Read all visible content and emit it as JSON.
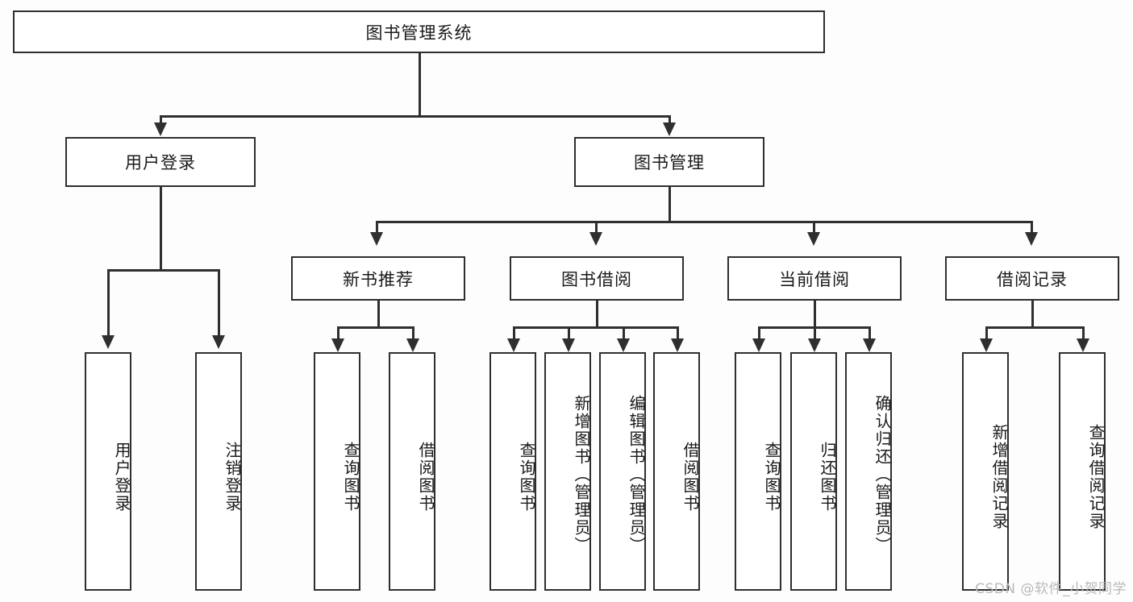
{
  "diagram": {
    "type": "tree",
    "title": "图书管理系统",
    "root": {
      "label": "图书管理系统"
    },
    "level2": [
      {
        "label": "用户登录"
      },
      {
        "label": "图书管理"
      }
    ],
    "level3": [
      {
        "label": "新书推荐"
      },
      {
        "label": "图书借阅"
      },
      {
        "label": "当前借阅"
      },
      {
        "label": "借阅记录"
      }
    ],
    "leaves": {
      "user_login": [
        {
          "label": "用户登录"
        },
        {
          "label": "注销登录"
        }
      ],
      "new_book_recommend": [
        {
          "label": "查询图书"
        },
        {
          "label": "借阅图书"
        }
      ],
      "book_borrow": [
        {
          "label": "查询图书"
        },
        {
          "label": "新增图书（管理员）"
        },
        {
          "label": "编辑图书（管理员）"
        },
        {
          "label": "借阅图书"
        }
      ],
      "current_borrow": [
        {
          "label": "查询图书"
        },
        {
          "label": "归还图书"
        },
        {
          "label": "确认归还（管理员）"
        }
      ],
      "borrow_record": [
        {
          "label": "新增借阅记录"
        },
        {
          "label": "查询借阅记录"
        }
      ]
    }
  },
  "watermark": {
    "text": "CSDN @软件_小贺同学"
  },
  "colors": {
    "border": "#2f2f2f",
    "background": "#fdfdfd",
    "box_fill": "#ffffff",
    "text": "#1a1a1a",
    "watermark": "#b9b9b9"
  }
}
